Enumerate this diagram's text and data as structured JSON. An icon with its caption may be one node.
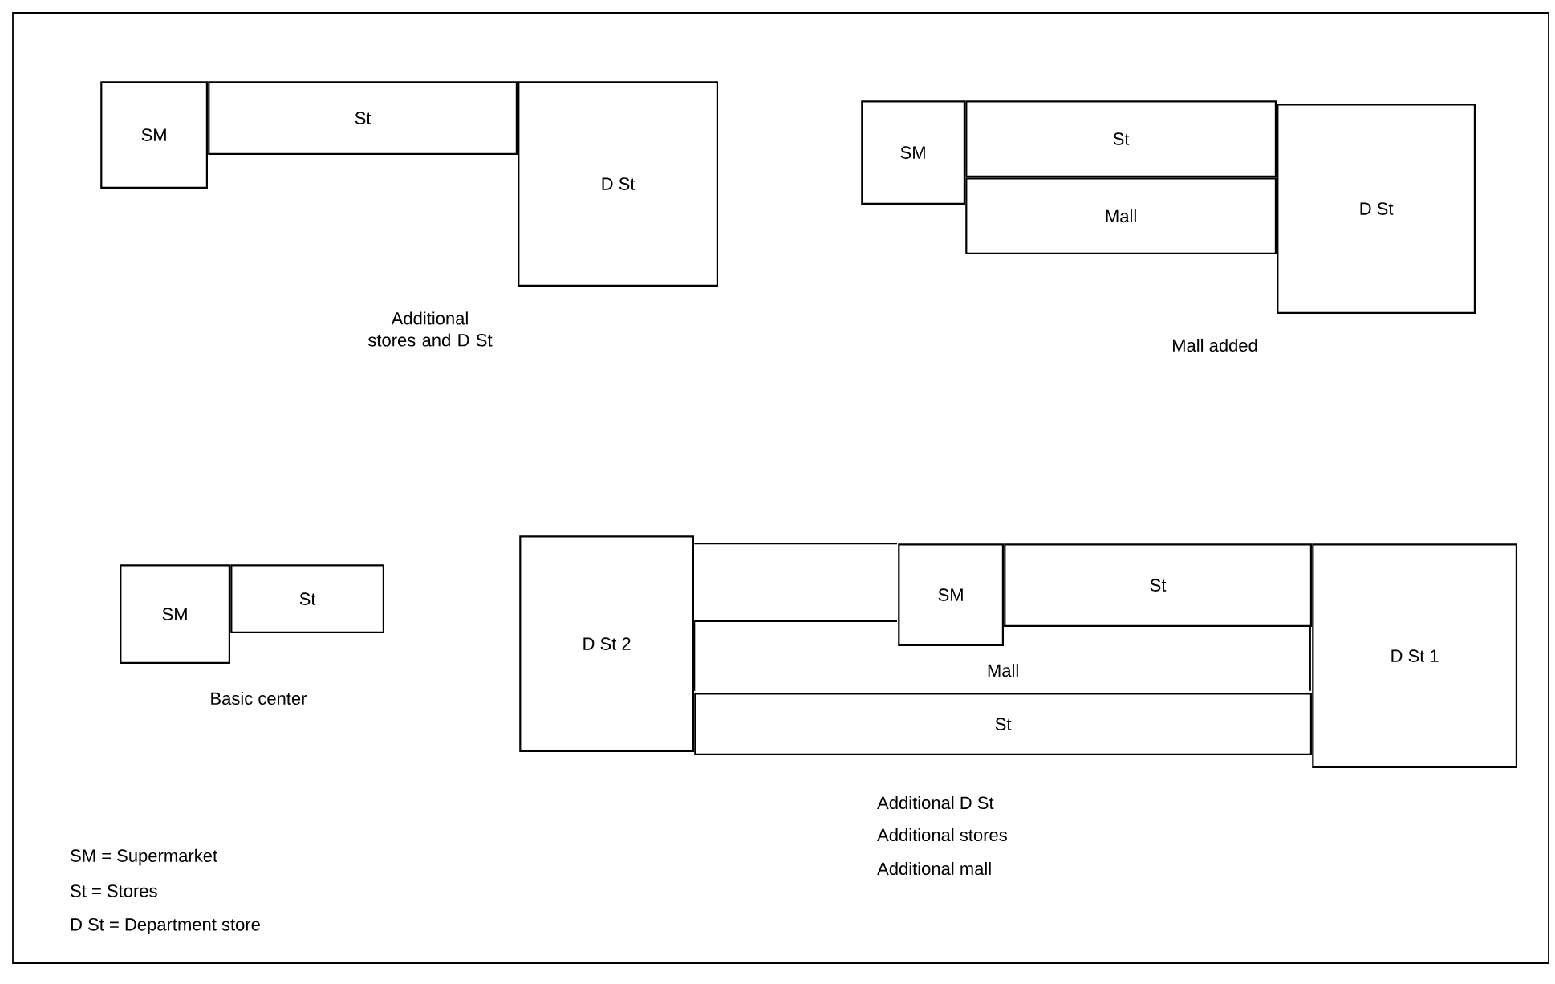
{
  "diagram": {
    "nodes": [
      {
        "text": [
          "SM"
        ]
      },
      {
        "text": [
          "St"
        ]
      },
      {
        "text": [
          "D St"
        ]
      },
      {
        "text": [
          "SM"
        ]
      },
      {
        "text": [
          "St"
        ]
      },
      {
        "text": [
          "Mall"
        ]
      },
      {
        "text": [
          "D St"
        ]
      },
      {
        "text": [
          "SM"
        ]
      },
      {
        "text": [
          "St"
        ]
      },
      {
        "text": [
          "D St 2"
        ]
      },
      {
        "text": [
          "SM"
        ]
      },
      {
        "text": [
          "St"
        ]
      },
      {
        "text": [
          "Mall"
        ]
      },
      {
        "text": [
          "St"
        ]
      },
      {
        "text": [
          "D St 1"
        ]
      }
    ],
    "labels": [
      "Additional stores and D St",
      "Mall added",
      "Basic center",
      "Additional D St",
      "Additional stores",
      "Additional mall",
      "SM = Supermarket",
      "St = Stores",
      "D St = Department store"
    ]
  }
}
